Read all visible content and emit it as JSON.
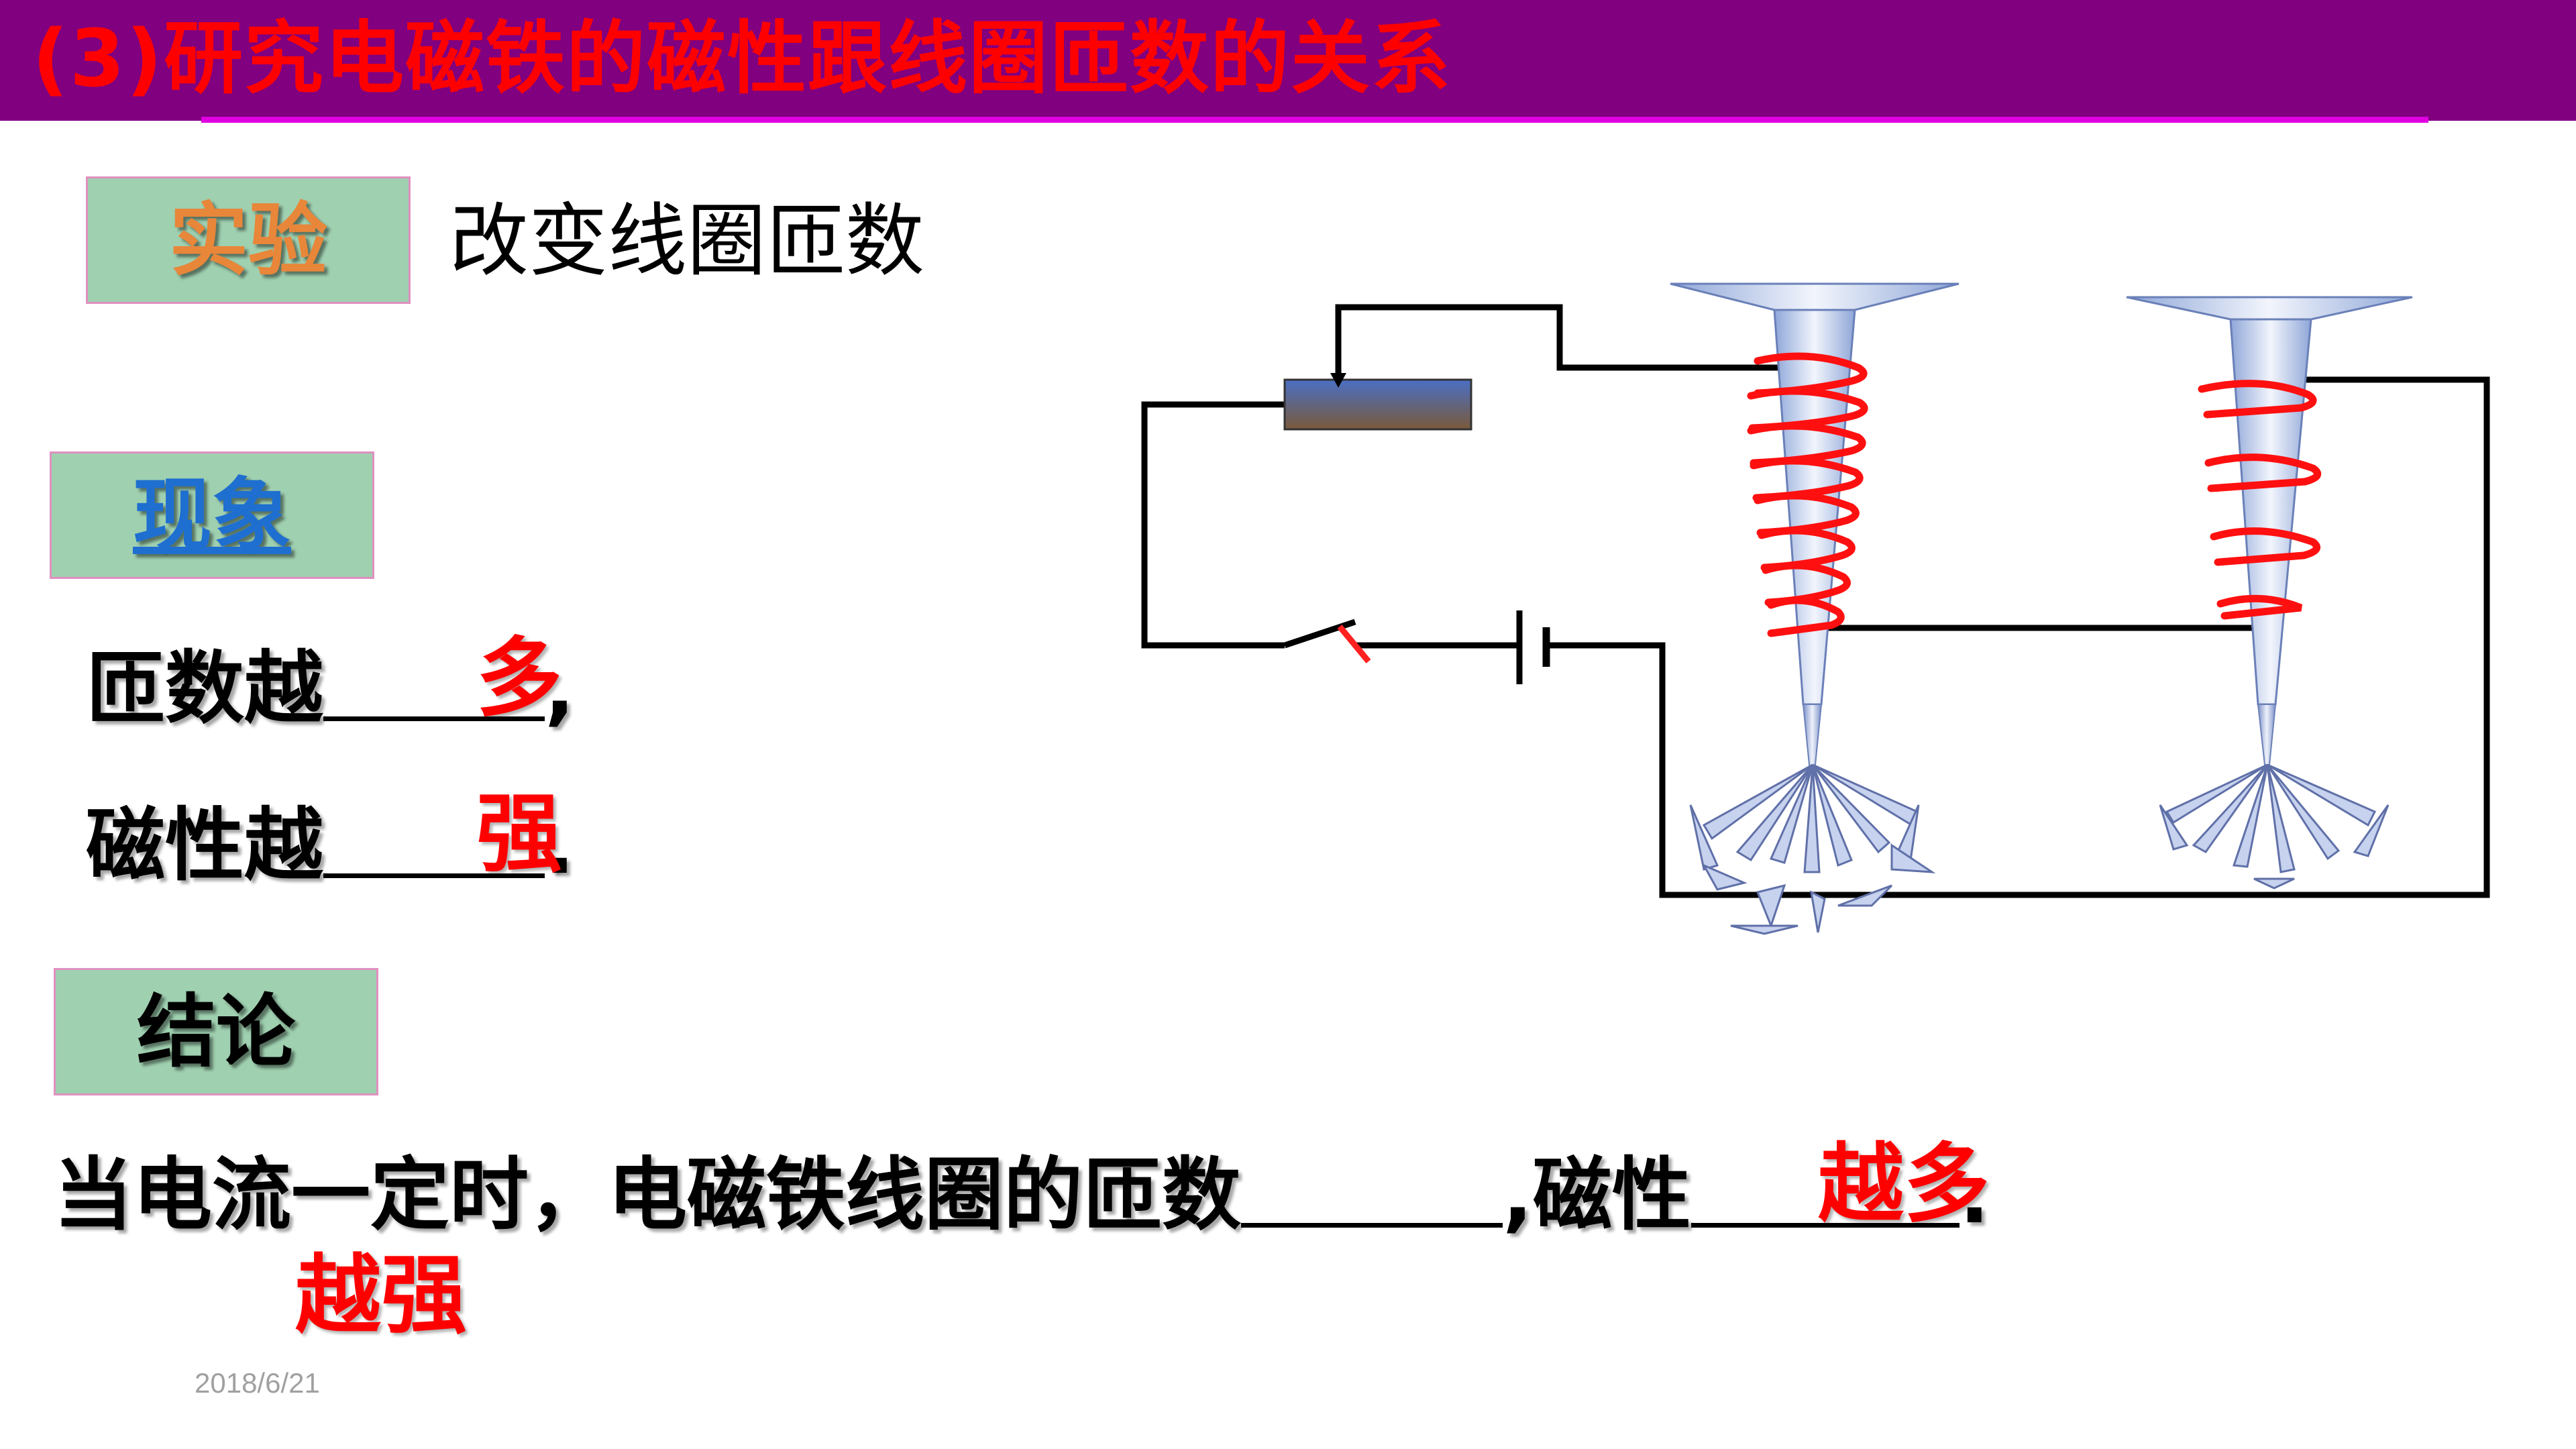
{
  "title": "(3)研究电磁铁的磁性跟线圈匝数的关系",
  "labels": {
    "experiment": "实验",
    "phenomenon": "现象",
    "conclusion": "结论"
  },
  "experiment_desc": "改变线圈匝数",
  "phenomenon_rows": [
    {
      "prefix": "匝数越",
      "answer": "多",
      "suffix": ","
    },
    {
      "prefix": "磁性越",
      "answer": "强",
      "suffix": "."
    }
  ],
  "conclusion": {
    "text_before": "当电流一定时，电磁铁线圈的匝数",
    "middle": ",磁性",
    "end": ".",
    "answer_turns": "越多",
    "answer_magnetism": "越强"
  },
  "date": "2018/6/21",
  "colors": {
    "title_bar": "#800080",
    "title_text": "#ff0000",
    "label_bg": "#9fd0b0",
    "answer": "#ff0000"
  },
  "icons": [
    "rheostat-icon",
    "switch-icon",
    "battery-icon",
    "electromagnet-icon",
    "iron-filings-icon"
  ]
}
